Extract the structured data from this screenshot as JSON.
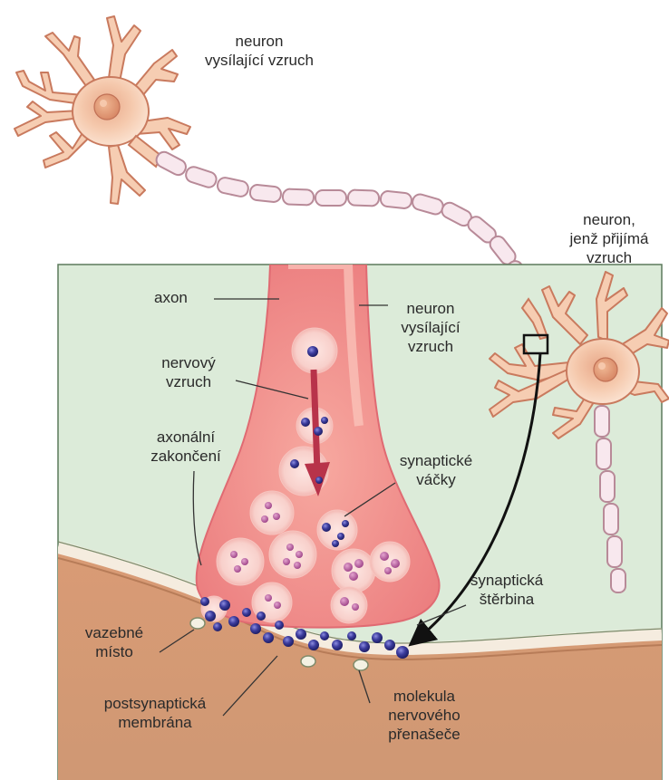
{
  "labels": {
    "sending_neuron_top": {
      "line1": "neuron",
      "line2": "vysílající vzruch"
    },
    "receiving_neuron": {
      "line1": "neuron,",
      "line2": "jenž přijímá",
      "line3": "vzruch"
    },
    "axon": "axon",
    "sending_neuron_inset": {
      "line1": "neuron",
      "line2": "vysílající",
      "line3": "vzruch"
    },
    "nerve_impulse": {
      "line1": "nervový",
      "line2": "vzruch"
    },
    "axon_terminal": {
      "line1": "axonální",
      "line2": "zakončení"
    },
    "synaptic_vesicles": {
      "line1": "synaptické",
      "line2": "váčky"
    },
    "synaptic_cleft": {
      "line1": "synaptická",
      "line2": "štěrbina"
    },
    "binding_site": {
      "line1": "vazebné",
      "line2": "místo"
    },
    "postsynaptic_membrane": {
      "line1": "postsynaptická",
      "line2": "membrána"
    },
    "neurotransmitter_molecule": {
      "line1": "molekula",
      "line2": "nervového",
      "line3": "přenašeče"
    }
  },
  "colors": {
    "inset_background": "#dcebd9",
    "axon_fill": "#f0888a",
    "postsynaptic_fill": "#d69a72",
    "neuron_body": "#f4c5a8",
    "molecule": "#3a3a95",
    "impulse_arrow": "#b8334a"
  }
}
